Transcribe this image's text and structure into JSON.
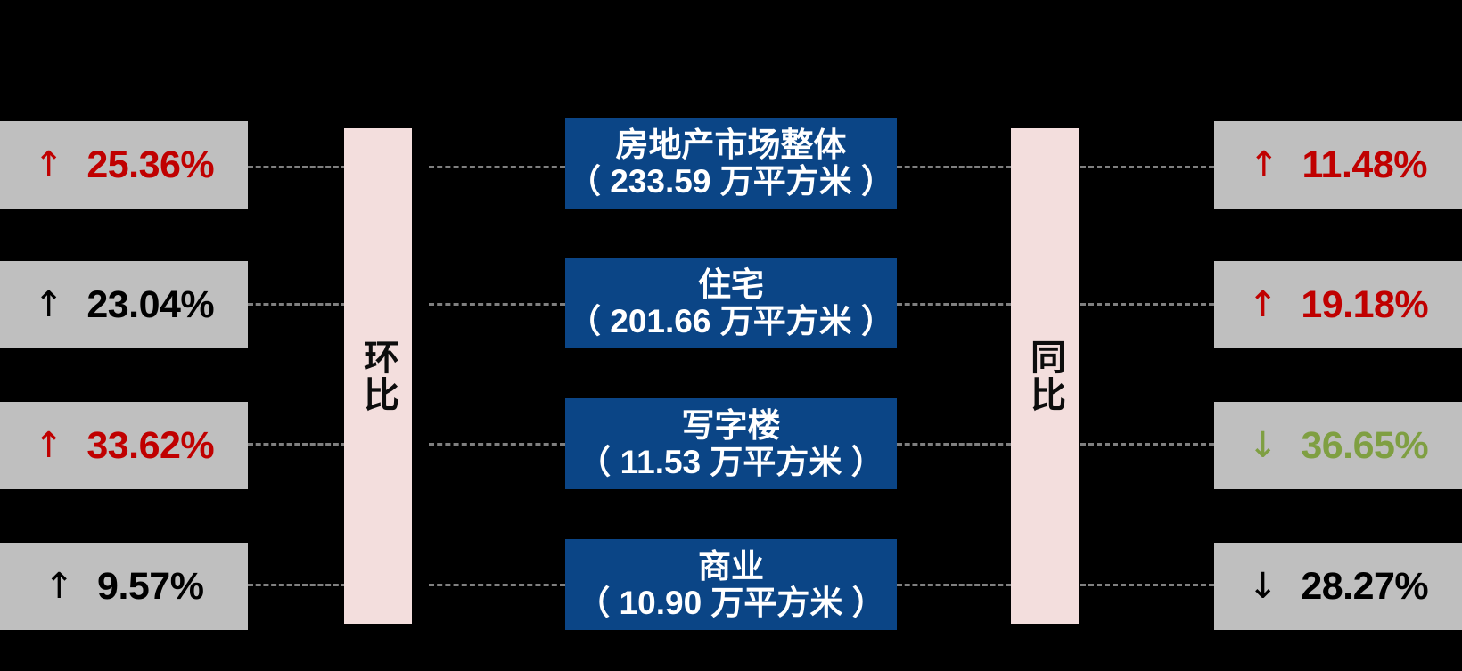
{
  "chart_data": {
    "type": "table",
    "title": "",
    "columns": [
      "环比",
      "类别",
      "同比"
    ],
    "categories": [
      {
        "name": "房地产市场整体",
        "area": "（ 233.59 万平方米 ）",
        "area_value": 233.59,
        "area_unit": "万平方米",
        "mom_direction": "up",
        "mom_arrow": "↑",
        "mom_value": "25.36%",
        "mom_style": "up-red",
        "yoy_direction": "up",
        "yoy_arrow": "↑",
        "yoy_value": "11.48%",
        "yoy_style": "up-red"
      },
      {
        "name": "住宅",
        "area": "（ 201.66 万平方米 ）",
        "area_value": 201.66,
        "area_unit": "万平方米",
        "mom_direction": "up",
        "mom_arrow": "↑",
        "mom_value": "23.04%",
        "mom_style": "neutral",
        "yoy_direction": "up",
        "yoy_arrow": "↑",
        "yoy_value": "19.18%",
        "yoy_style": "up-red"
      },
      {
        "name": "写字楼",
        "area": "（ 11.53 万平方米 ）",
        "area_value": 11.53,
        "area_unit": "万平方米",
        "mom_direction": "up",
        "mom_arrow": "↑",
        "mom_value": "33.62%",
        "mom_style": "up-red",
        "yoy_direction": "down",
        "yoy_arrow": "↓",
        "yoy_value": "36.65%",
        "yoy_style": "down-green"
      },
      {
        "name": "商业",
        "area": "（ 10.90 万平方米 ）",
        "area_value": 10.9,
        "area_unit": "万平方米",
        "mom_direction": "up",
        "mom_arrow": "↑",
        "mom_value": "9.57%",
        "mom_style": "neutral",
        "yoy_direction": "down",
        "yoy_arrow": "↓",
        "yoy_value": "28.27%",
        "yoy_style": "neutral"
      }
    ],
    "colors": {
      "background": "#000000",
      "category_box": "#0b4586",
      "metric_box": "#bfbfbf",
      "axis_bar": "#f3dedd",
      "up_accent": "#c00000",
      "down_accent": "#7f9f42",
      "neutral_accent": "#000000",
      "connector": "#7f7f7f"
    }
  },
  "labels": {
    "mom_bar": "环比",
    "yoy_bar": "同比"
  }
}
